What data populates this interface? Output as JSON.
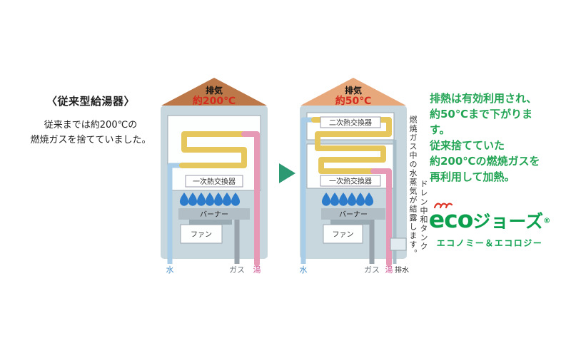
{
  "colors": {
    "heater_body": "#c8d6dd",
    "exhaust_hot": "#bc7848",
    "exhaust_warm": "#e7a87c",
    "temp_red": "#d32c1e",
    "flame_blue": "#2d7ccc",
    "coil_yellow": "#e5c75e",
    "pipe_pink": "#e79ab5",
    "pipe_blue": "#a9cde6",
    "pipe_gas": "#98a3ab",
    "text_green": "#23a455",
    "logo_green": "#0ca04e",
    "steam_red": "#dd3322",
    "arrow_green": "#2d9973"
  },
  "left_panel": {
    "title": "〈従来型給湯器〉",
    "description": [
      "従来までは約200℃の",
      "燃焼ガスを捨てていました。"
    ]
  },
  "conventional": {
    "exhaust": "排気",
    "temp": "約200℃",
    "primary_exchanger": "一次熱交換器",
    "burner": "バーナー",
    "fan": "ファン",
    "water": "水",
    "gas": "ガス",
    "hot_water": "湯"
  },
  "eco": {
    "exhaust": "排気",
    "temp": "約50℃",
    "secondary_exchanger": "二次熱交換器",
    "primary_exchanger": "一次熱交換器",
    "burner": "バーナー",
    "fan": "ファン",
    "water": "水",
    "gas": "ガス",
    "hot_water": "湯",
    "drain": "排水",
    "note_condensation": "燃焼ガス中の水蒸気が結露します。",
    "note_tank": "ドレン中和タンク"
  },
  "right_panel": {
    "lines": [
      "排熱は有効利用され、",
      "約50℃まで下がります。",
      "従来捨てていた",
      "約200℃の燃焼ガスを",
      "再利用して加熱。"
    ],
    "logo": {
      "eco": "eco",
      "jozu": "ジョーズ",
      "reg": "®",
      "subtitle": "エコノミー＆エコロジー"
    }
  }
}
